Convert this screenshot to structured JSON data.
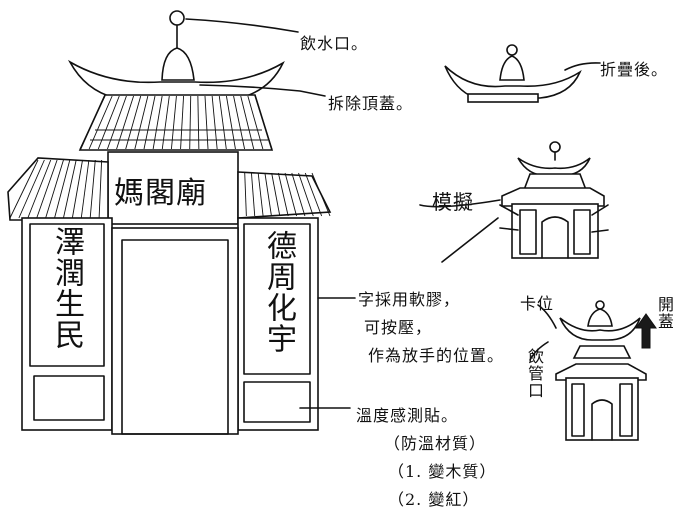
{
  "gate_texts": {
    "top_plaque": "媽閣廟",
    "left_column": "澤潤生民",
    "right_column": "德周化宇"
  },
  "annotations": {
    "water_outlet": "飲水口。",
    "removable_roof": "拆除頂蓋。",
    "folded": "折疊後。",
    "model": "模擬",
    "material_line1": "字採用軟膠，",
    "material_line2": "可按壓，",
    "material_line3": "作為放手的位置。",
    "temp_line1": "溫度感測貼。",
    "temp_line2": "（防溫材質）",
    "temp_line3": "（1. 變木質）",
    "temp_line4": "（2. 變紅）",
    "snap": "卡位",
    "open_lid": "開蓋",
    "straw_outlet": "飲管口"
  },
  "colors": {
    "ink": "#111111",
    "paper": "#ffffff"
  }
}
